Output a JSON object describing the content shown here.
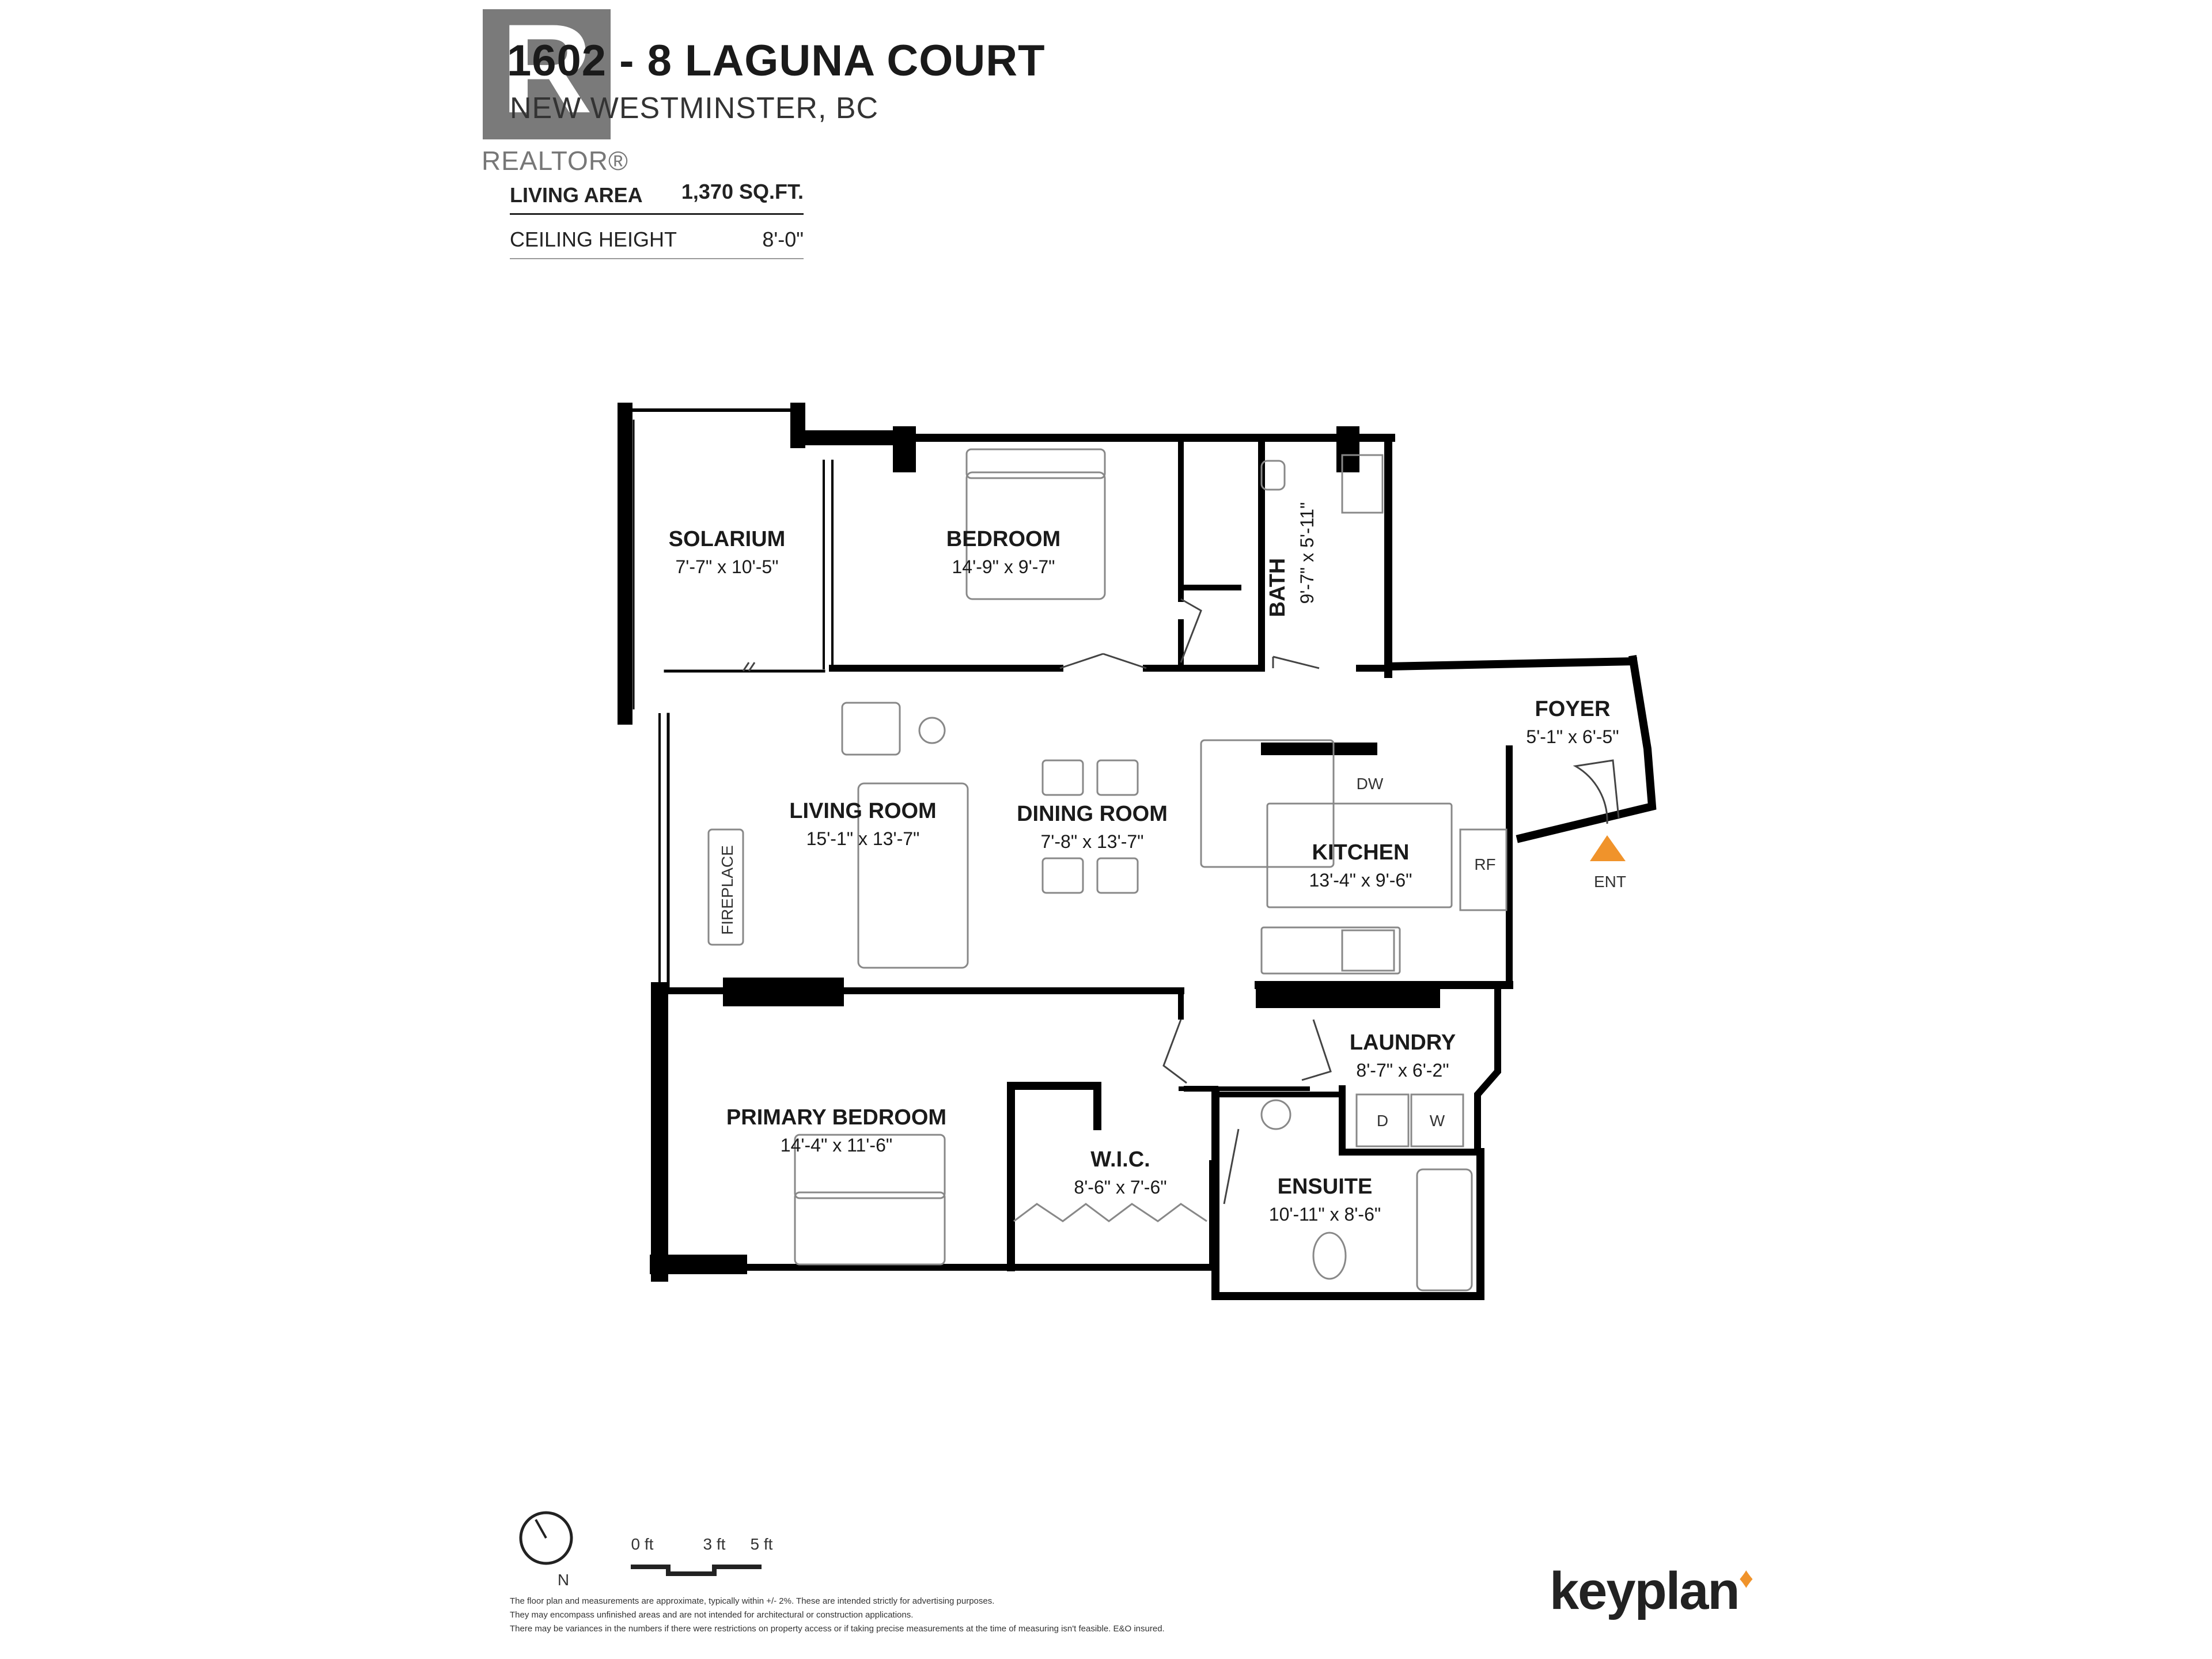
{
  "header": {
    "title": "1602 - 8 LAGUNA COURT",
    "subtitle": "NEW WESTMINSTER, BC",
    "realtor_logo_text": "REALTOR®",
    "living_area_label": "LIVING AREA",
    "living_area_value": "1,370 SQ.FT.",
    "ceiling_height_label": "CEILING HEIGHT",
    "ceiling_height_value": "8'-0\""
  },
  "rooms": {
    "solarium": {
      "name": "SOLARIUM",
      "dims": "7'-7\"  x  10'-5\""
    },
    "bedroom": {
      "name": "BEDROOM",
      "dims": "14'-9\"  x  9'-7\""
    },
    "bath": {
      "name": "BATH",
      "dims": "9'-7\"  x  5'-11\""
    },
    "foyer": {
      "name": "FOYER",
      "dims": "5'-1\"  x  6'-5\""
    },
    "living": {
      "name": "LIVING ROOM",
      "dims": "15'-1\"  x  13'-7\""
    },
    "dining": {
      "name": "DINING ROOM",
      "dims": "7'-8\"  x  13'-7\""
    },
    "kitchen": {
      "name": "KITCHEN",
      "dims": "13'-4\"  x  9'-6\""
    },
    "laundry": {
      "name": "LAUNDRY",
      "dims": "8'-7\"  x  6'-2\""
    },
    "primary": {
      "name": "PRIMARY BEDROOM",
      "dims": "14'-4\"  x  11'-6\""
    },
    "wic": {
      "name": "W.I.C.",
      "dims": "8'-6\"  x  7'-6\""
    },
    "ensuite": {
      "name": "ENSUITE",
      "dims": "10'-11\"  x  8'-6\""
    }
  },
  "fixtures": {
    "fireplace": "FIREPLACE",
    "dishwasher": "DW",
    "fridge": "RF",
    "dryer": "D",
    "washer": "W",
    "entry": "ENT"
  },
  "legend": {
    "north": "N",
    "scale_0": "0 ft",
    "scale_3": "3 ft",
    "scale_5": "5 ft"
  },
  "disclaimer": [
    "The floor plan and measurements are approximate, typically within +/- 2%. These are intended strictly for advertising purposes.",
    "They may encompass unfinished areas and are not intended for architectural or construction applications.",
    "There may be variances in the numbers if there were restrictions on property access or if taking precise measurements at the time of measuring isn't feasible. E&O insured."
  ],
  "brand": "keyplan",
  "colors": {
    "accent": "#f0932b",
    "wall": "#000000",
    "logo_gray": "#7a7a7a"
  }
}
